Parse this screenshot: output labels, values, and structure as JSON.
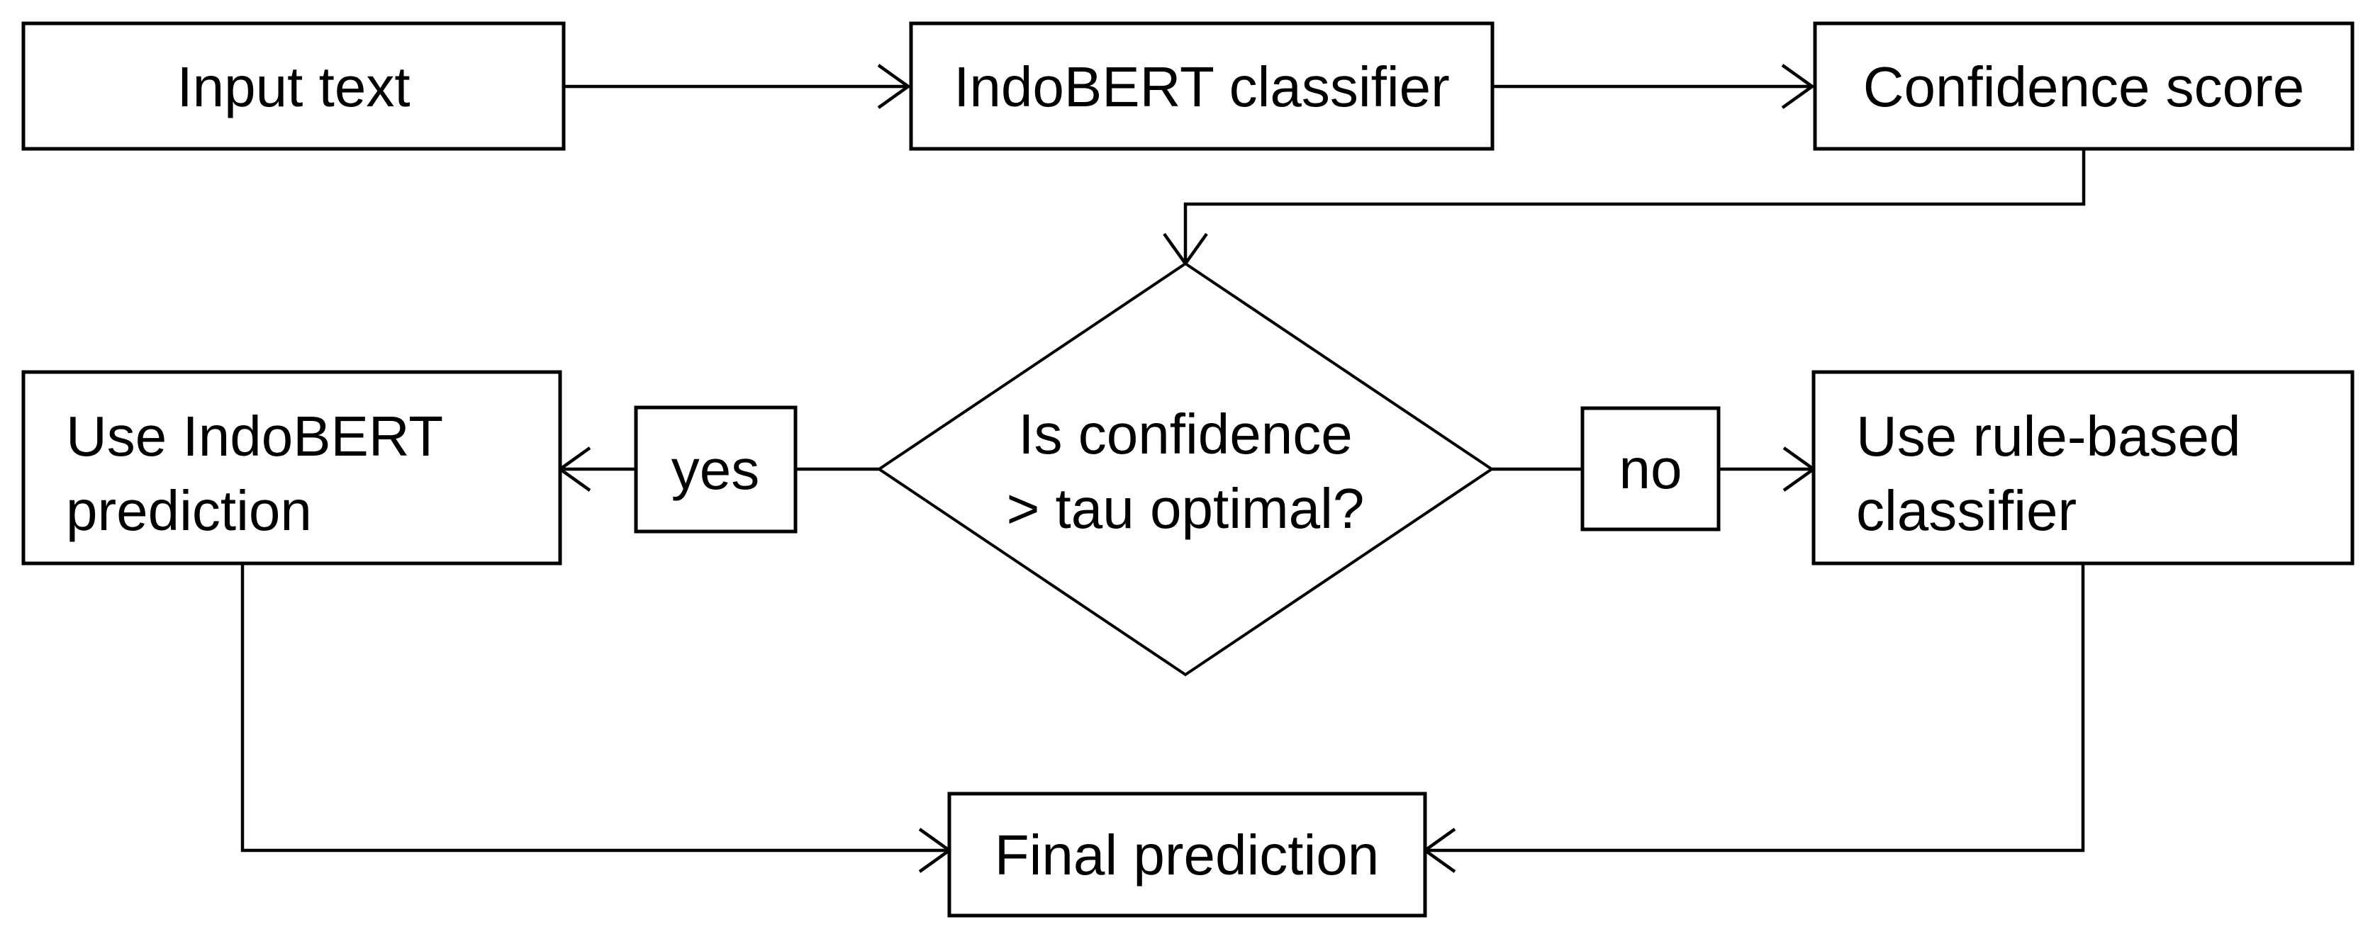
{
  "diagram": {
    "type": "flowchart",
    "background_color": "#ffffff",
    "stroke_color": "#000000",
    "text_color": "#000000",
    "nodes": {
      "input": {
        "shape": "rectangle",
        "label": "Input text"
      },
      "classifier": {
        "shape": "rectangle",
        "label": "IndoBERT classifier"
      },
      "confidence": {
        "shape": "rectangle",
        "label": "Confidence score"
      },
      "decision": {
        "shape": "diamond",
        "label": "Is confidence > tau optimal?",
        "line1": "Is confidence",
        "line2": "> tau optimal?"
      },
      "yes_label": {
        "shape": "rectangle",
        "label": "yes"
      },
      "no_label": {
        "shape": "rectangle",
        "label": "no"
      },
      "use_indobert": {
        "shape": "rectangle",
        "label": "Use IndoBERT prediction",
        "line1": "Use IndoBERT",
        "line2": "prediction"
      },
      "use_rule": {
        "shape": "rectangle",
        "label": "Use rule-based classifier",
        "line1": "Use rule-based",
        "line2": "classifier"
      },
      "final": {
        "shape": "rectangle",
        "label": "Final prediction"
      }
    },
    "edges": [
      {
        "from": "input",
        "to": "classifier",
        "arrow": true
      },
      {
        "from": "classifier",
        "to": "confidence",
        "arrow": true
      },
      {
        "from": "confidence",
        "to": "decision",
        "arrow": true
      },
      {
        "from": "decision",
        "to": "use_indobert",
        "label": "yes",
        "arrow": true
      },
      {
        "from": "decision",
        "to": "use_rule",
        "label": "no",
        "arrow": true
      },
      {
        "from": "use_indobert",
        "to": "final",
        "arrow": true
      },
      {
        "from": "use_rule",
        "to": "final",
        "arrow": true
      }
    ]
  }
}
